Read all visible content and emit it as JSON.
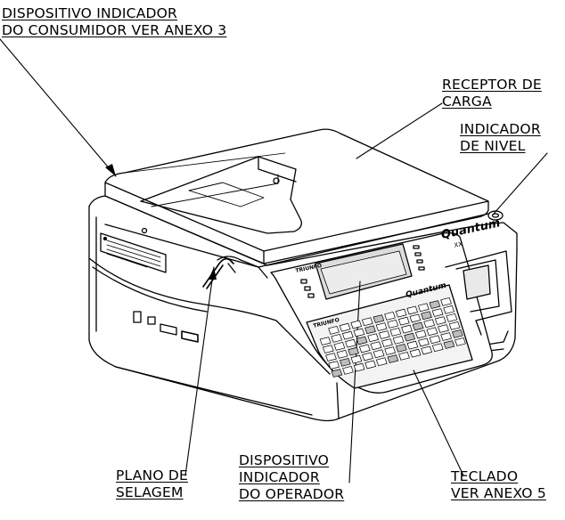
{
  "labels": {
    "consumer_display": {
      "line1": "DISPOSITIVO INDICADOR",
      "line2": "DO CONSUMIDOR VER ANEXO 3"
    },
    "load_receptor": {
      "line1": "RECEPTOR DE",
      "line2": "CARGA"
    },
    "level_indicator": {
      "line1": "INDICADOR",
      "line2": "DE NIVEL"
    },
    "seal_plane": {
      "line1": "PLANO DE",
      "line2": "SELAGEM"
    },
    "operator_display": {
      "line1": "DISPOSITIVO",
      "line2": "INDICADOR",
      "line3": "DO OPERADOR"
    },
    "keyboard": {
      "line1": "TECLADO",
      "line2": "VER ANEXO 5"
    }
  },
  "device": {
    "brand": "Quantum",
    "model_suffix": "XX",
    "maker_label": "TRIUNFO"
  },
  "colors": {
    "line": "#000000",
    "fill": "#ffffff",
    "shade": "#e9e9e9",
    "screen": "#dcdcdc"
  }
}
